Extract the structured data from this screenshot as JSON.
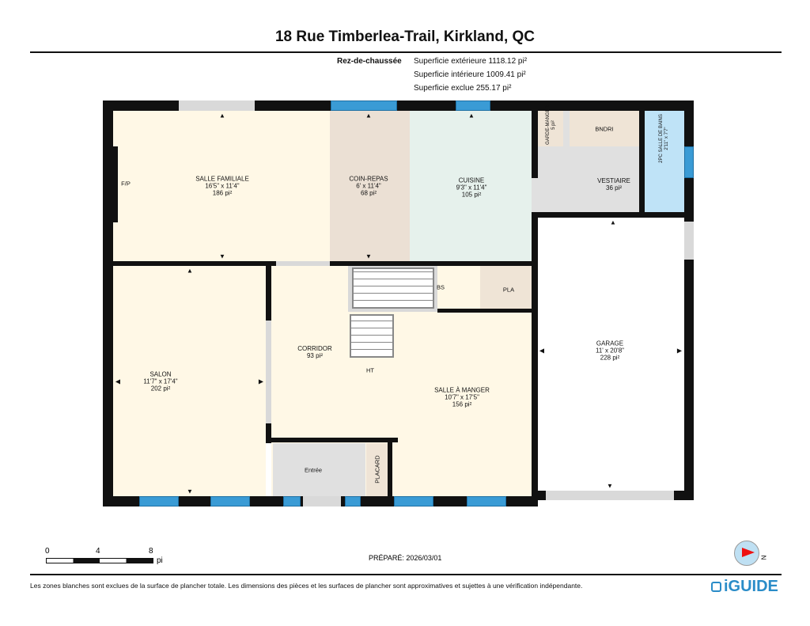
{
  "header": {
    "title": "18 Rue Timberlea-Trail, Kirkland, QC"
  },
  "floor": {
    "name": "Rez-de-chaussée",
    "areas": [
      "Superficie extérieure 1118.12 pi²",
      "Superficie intérieure 1009.41 pi²",
      "Superficie exclue 255.17 pi²"
    ]
  },
  "rooms": {
    "salle_familiale": {
      "name": "SALLE FAMILIALE",
      "dims": "16'5\" x 11'4\"",
      "area": "186 pi²"
    },
    "fp": {
      "name": "F/P"
    },
    "coin_repas": {
      "name": "COIN-REPAS",
      "dims": "6' x 11'4\"",
      "area": "68 pi²"
    },
    "cuisine": {
      "name": "CUISINE",
      "dims": "9'3\" x 11'4\"",
      "area": "105 pi²"
    },
    "garde_manger": {
      "name": "GARDE-MANGER",
      "area": "5 pi²"
    },
    "bndri": {
      "name": "BNDRI"
    },
    "vestiaire": {
      "name": "VESTIAIRE",
      "area": "36 pi²"
    },
    "salle_de_bains": {
      "name": "2PC SALLE DE BAINS",
      "dims": "2'11\" x 7'7\""
    },
    "bs": {
      "name": "BS"
    },
    "pla": {
      "name": "PLA"
    },
    "corridor": {
      "name": "CORRIDOR",
      "area": "93 pi²"
    },
    "ht": {
      "name": "HT"
    },
    "salon": {
      "name": "SALON",
      "dims": "11'7\" x 17'4\"",
      "area": "202 pi²"
    },
    "salle_a_manger": {
      "name": "SALLE À MANGER",
      "dims": "10'7\" x 17'5\"",
      "area": "156 pi²"
    },
    "entree": {
      "name": "Entrée"
    },
    "placard": {
      "name": "PLACARD"
    },
    "garage": {
      "name": "GARAGE",
      "dims": "11' x 20'8\"",
      "area": "228 pi²"
    }
  },
  "scale": {
    "ticks": [
      "0",
      "4",
      "8"
    ],
    "unit": "pi"
  },
  "prepared": "PRÉPARÉ: 2026/03/01",
  "compass": {
    "label": "N"
  },
  "footer": {
    "disclaimer": "Les zones blanches sont exclues de la surface de plancher totale. Les dimensions des pièces et les surfaces de plancher sont approximatives et sujettes à une vérification indépendante.",
    "brand": "iGUIDE"
  },
  "colors": {
    "family": "#fff8e6",
    "dining_nook": "#ebe0d4",
    "kitchen": "#e6f1ec",
    "utility": "#e0e0e0",
    "bath": "#bfe3f7",
    "beige": "#efe4d6",
    "window": "#3a9bd5",
    "brand": "#2a8cc8"
  }
}
